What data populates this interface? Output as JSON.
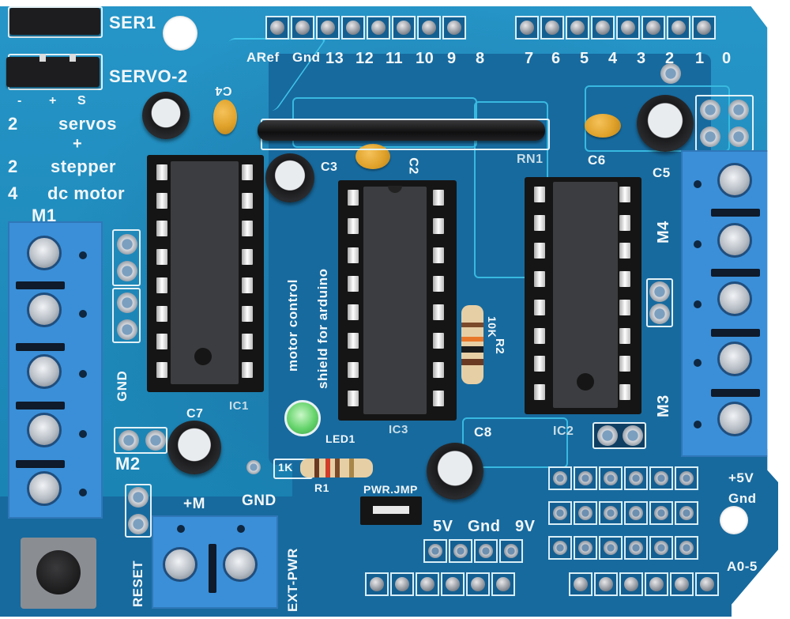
{
  "image": {
    "subject": "Arduino L293D motor control shield PCB (top view)",
    "board_color": "#1a8fc4",
    "silkscreen_color": "#f2f7f9"
  },
  "labels": {
    "ser1": "SER1",
    "servo2": "SERVO-2",
    "servo_pins": [
      "-",
      "+",
      "S"
    ],
    "capability_counts": [
      "2",
      "2",
      "4"
    ],
    "capability_names": [
      "servos",
      "+",
      "stepper",
      "dc motor"
    ],
    "m1": "M1",
    "m2": "M2",
    "m3": "M3",
    "m4": "M4",
    "gnd_left": "GND",
    "reset": "RESET",
    "ext_pwr": "EXT-PWR",
    "plus_m": "+M",
    "gnd_pwr": "GND",
    "pwr_jmp": "PWR.JMP",
    "motor_control": "motor control",
    "shield_for_arduino": "shield for arduino",
    "led1": "LED1",
    "r1": "R1",
    "r1_value": "1K",
    "r2": "R2",
    "r2_value": "10K",
    "rn1": "RN1",
    "ic1": "IC1",
    "ic2": "IC2",
    "ic3": "IC3",
    "c2": "C2",
    "c3": "C3",
    "c4": "C4",
    "c5": "C5",
    "c6": "C6",
    "c7": "C7",
    "c8": "C8",
    "plus5v": "+5V",
    "gnd_right": "Gnd",
    "a0_5": "A0-5",
    "volt_5v": "5V",
    "volt_gnd": "Gnd",
    "volt_9v": "9V"
  },
  "digital_header": {
    "left_labels": [
      "ARef",
      "Gnd",
      "13",
      "12",
      "11",
      "10",
      "9",
      "8"
    ],
    "right_labels": [
      "7",
      "6",
      "5",
      "4",
      "3",
      "2",
      "1",
      "0"
    ]
  }
}
